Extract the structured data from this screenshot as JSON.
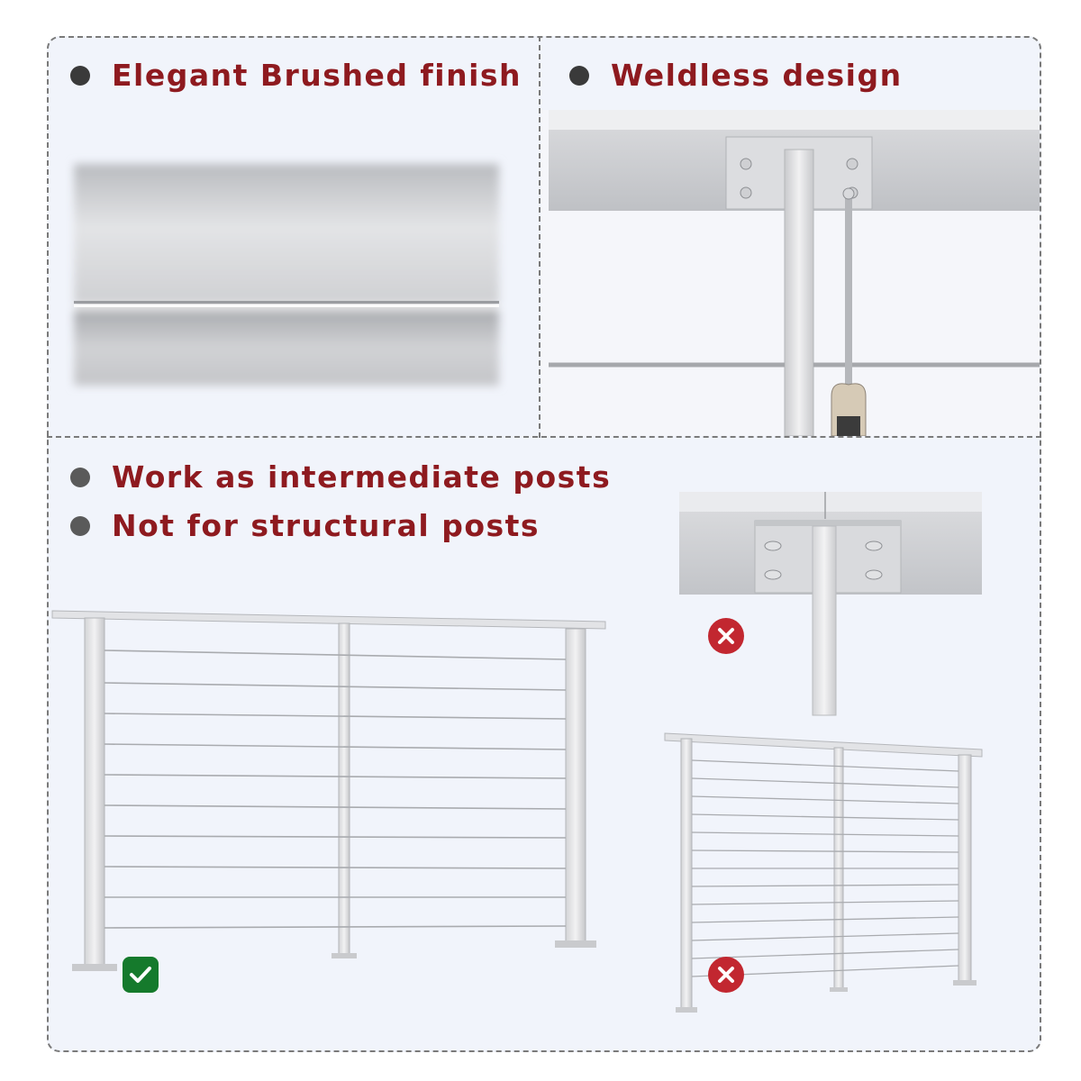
{
  "features": {
    "brushed": {
      "text": "Elegant Brushed finish"
    },
    "weldless": {
      "text": "Weldless design"
    },
    "intermediate": {
      "text": "Work as intermediate posts"
    },
    "structural": {
      "text": "Not for structural posts"
    }
  },
  "icons": {
    "correct": "checkmark-icon",
    "wrong": "cross-icon"
  },
  "colors": {
    "heading": "#8e1a1f",
    "ok": "#157a2c",
    "wrong": "#c22730",
    "metal": "#c9cbd0"
  }
}
